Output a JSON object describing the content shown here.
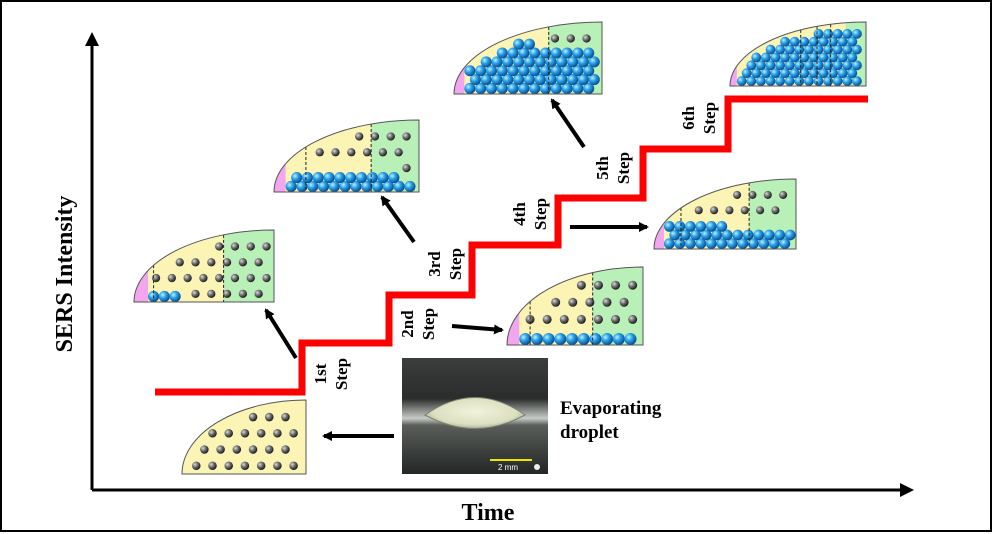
{
  "axes": {
    "x_label": "Time",
    "y_label": "SERS Intensity"
  },
  "steps": [
    {
      "line1": "1st",
      "line2": "Step"
    },
    {
      "line1": "2nd",
      "line2": "Step"
    },
    {
      "line1": "3rd",
      "line2": "Step"
    },
    {
      "line1": "4th",
      "line2": "Step"
    },
    {
      "line1": "5th",
      "line2": "Step"
    },
    {
      "line1": "6th",
      "line2": "Step"
    }
  ],
  "photo": {
    "caption_line1": "Evaporating",
    "caption_line2": "droplet",
    "scale_bar": "2 mm"
  },
  "colors": {
    "staircase": "#ff0000",
    "droplet_fill": "#fbf4b4",
    "contact_line": "#b8f0b8",
    "edge": "#f2a6ee",
    "nanoparticle_gray": "#555555",
    "nanoparticle_blue": "#2aa0ee"
  }
}
